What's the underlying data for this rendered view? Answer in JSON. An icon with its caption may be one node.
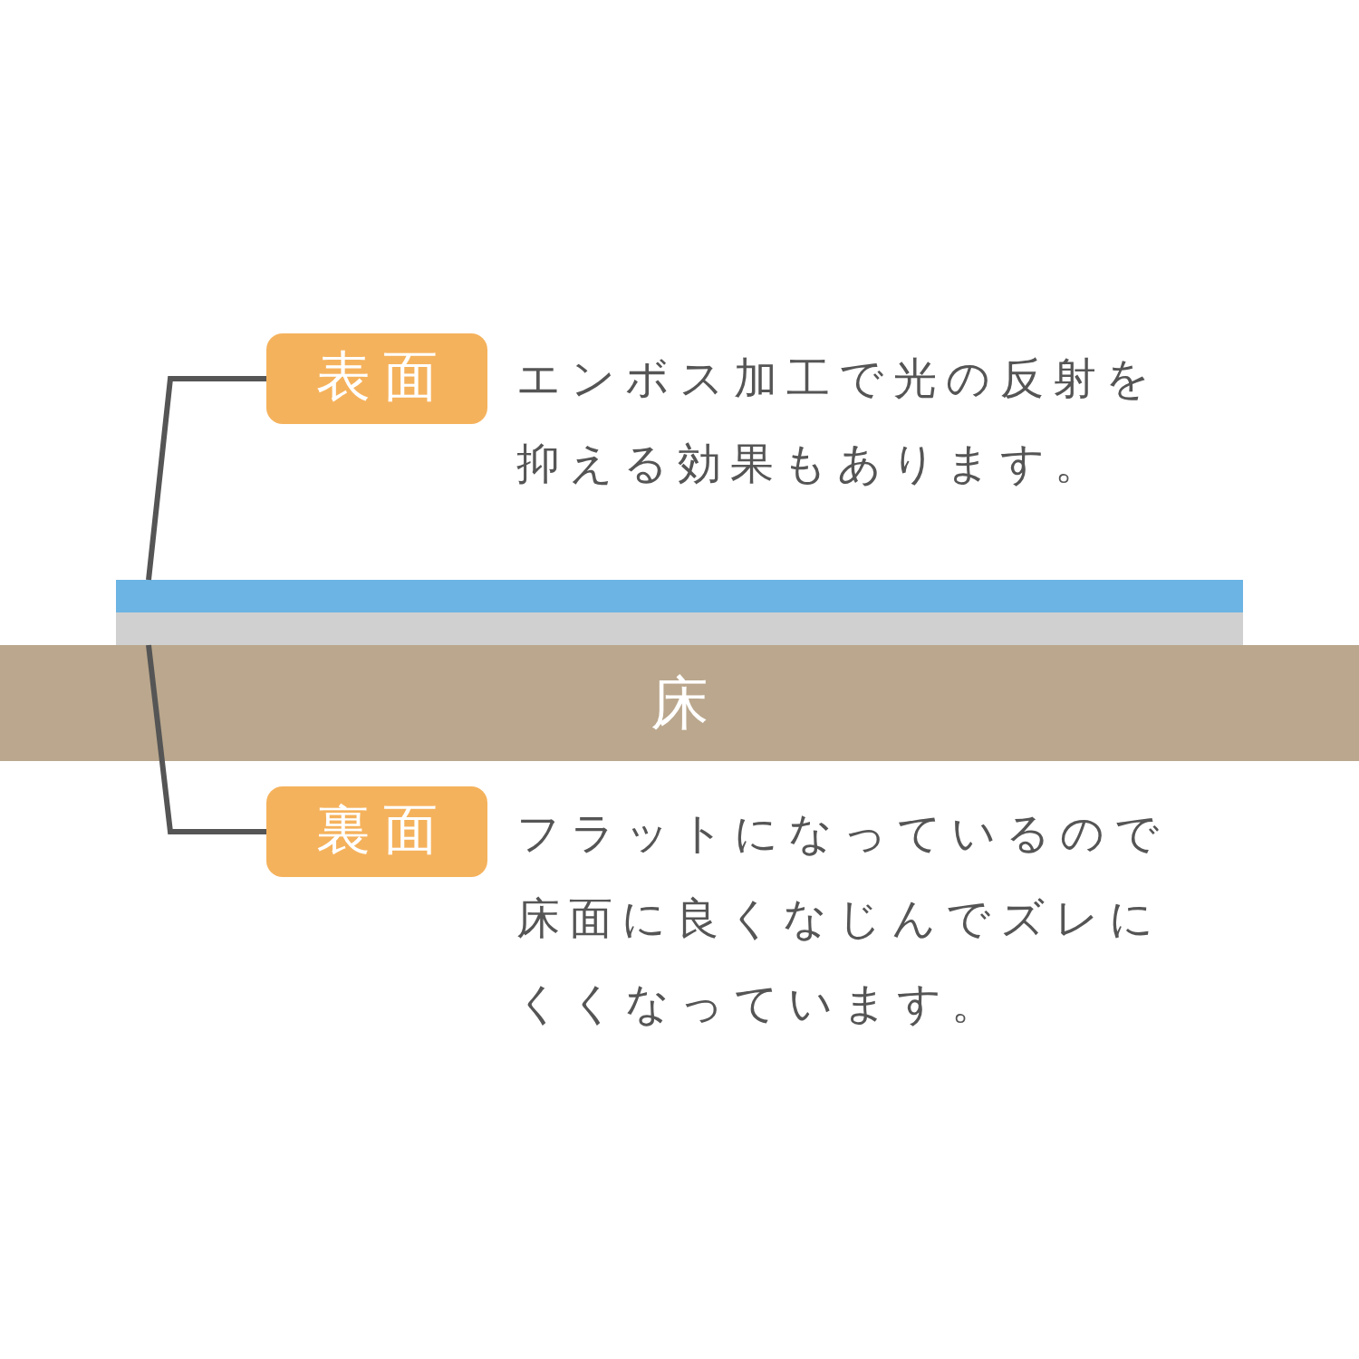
{
  "diagram": {
    "nodes": [
      {
        "text": [
          "表面"
        ],
        "beside": [
          "エンボス加工で光の反射を抑える効果もあります。"
        ]
      },
      {
        "text": [],
        "shape": "bar"
      },
      {
        "text": [],
        "shape": "bar"
      },
      {
        "text": [
          "床"
        ]
      },
      {
        "text": [
          "裏面"
        ],
        "beside": [
          "フラットになっているので床面に良くなじんでズレにくくなっています。"
        ]
      }
    ],
    "edges": [
      {
        "from": 0,
        "to": 1,
        "arrow": "none"
      },
      {
        "from": 4,
        "to": 2,
        "arrow": "none"
      }
    ]
  }
}
